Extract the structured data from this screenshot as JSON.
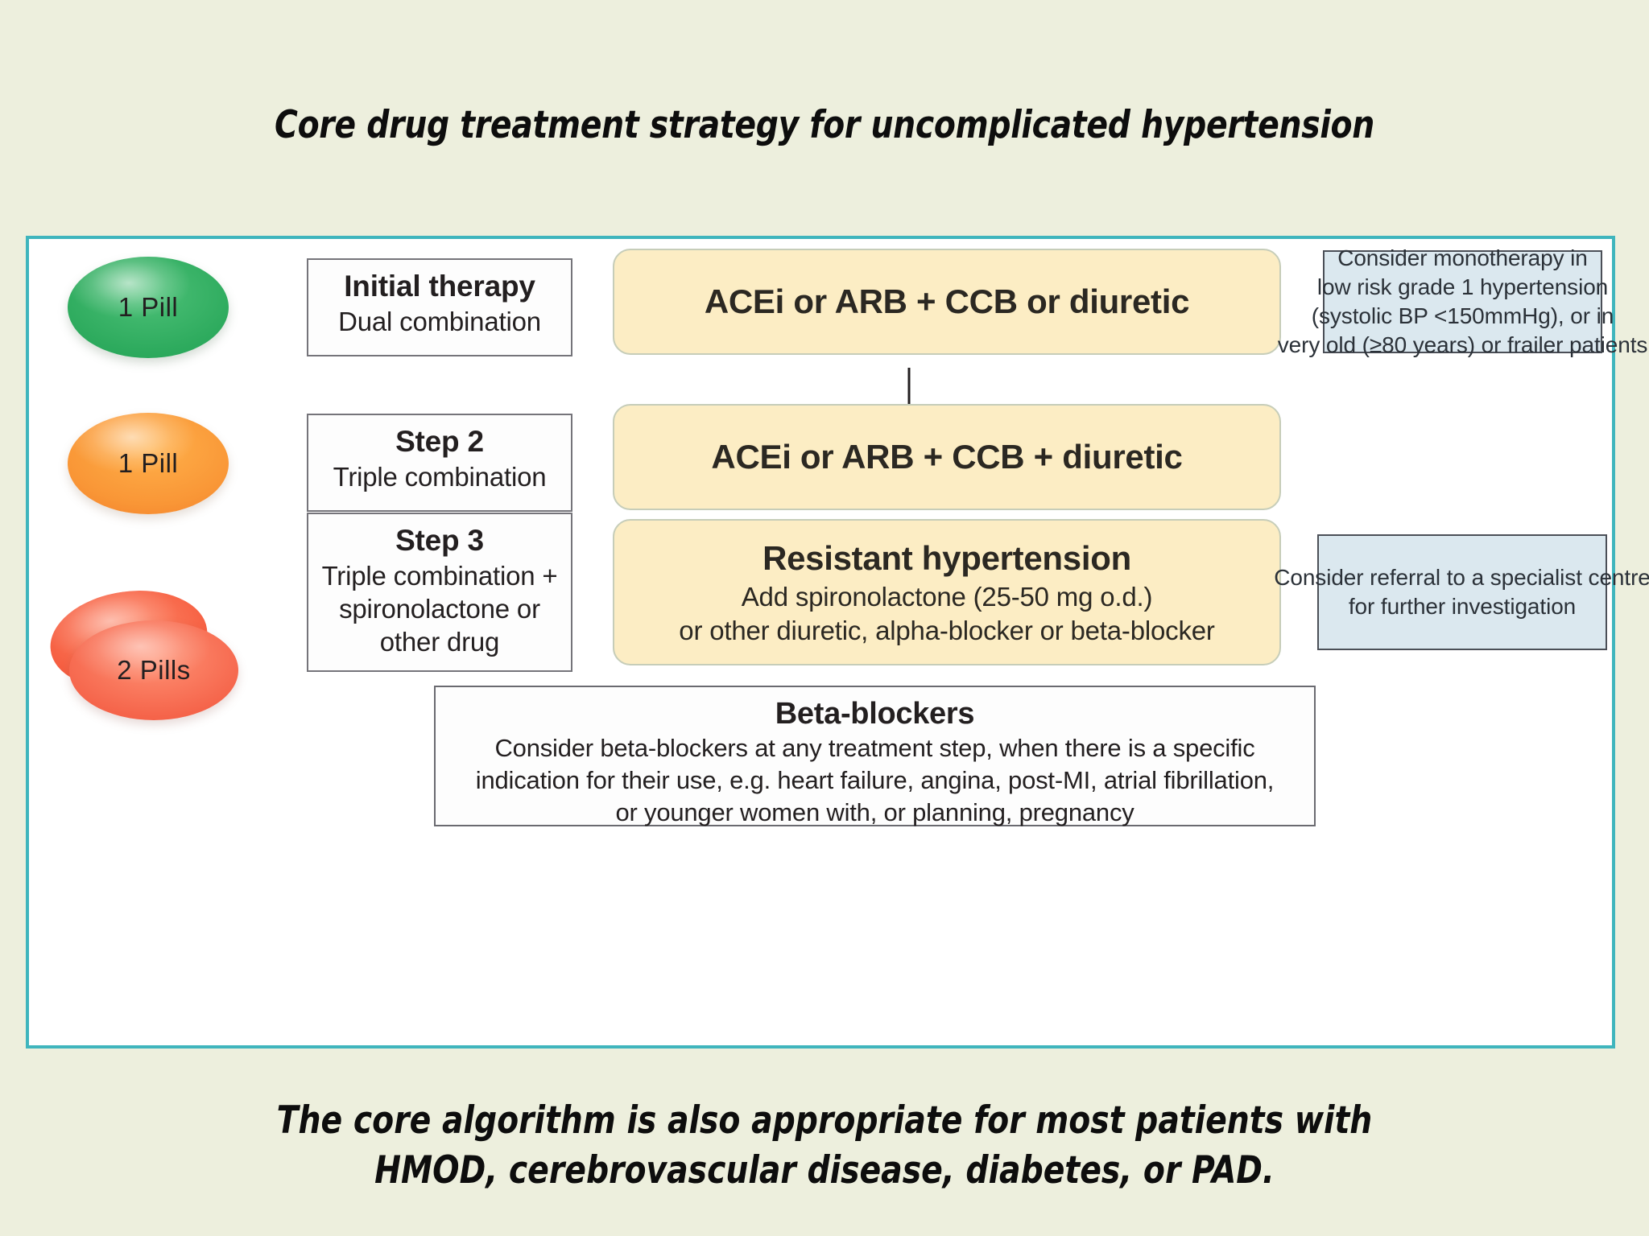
{
  "slide": {
    "title": "Core drug treatment strategy for uncomplicated hypertension",
    "caption_line1": "The core algorithm is also appropriate for most patients with",
    "caption_line2": "HMOD, cerebrovascular disease, diabetes, or PAD.",
    "background_color": "#edefdd",
    "frame_border_color": "#3fb5bd"
  },
  "steps": [
    {
      "pill_label": "1 Pill",
      "pill_color": "#2eab5e",
      "pill_count": 1,
      "step_title": "Initial therapy",
      "step_subtitle": "Dual combination",
      "therapy_text": "ACEi or ARB + CCB or diuretic",
      "therapy_color": "#fcedc4"
    },
    {
      "pill_label": "1 Pill",
      "pill_color": "#f99636",
      "pill_count": 1,
      "step_title": "Step 2",
      "step_subtitle": "Triple combination",
      "therapy_text": "ACEi or ARB + CCB + diuretic",
      "therapy_color": "#fcedc4"
    },
    {
      "pill_label": "2 Pills",
      "pill_color": "#ec3a22",
      "pill_count": 2,
      "step_title": "Step 3",
      "step_subtitle_line1": "Triple combination +",
      "step_subtitle_line2": "spironolactone or",
      "step_subtitle_line3": "other drug",
      "therapy_heading": "Resistant hypertension",
      "therapy_sub_line1": "Add spironolactone (25-50 mg o.d.)",
      "therapy_sub_line2": "or other diuretic, alpha-blocker or beta-blocker",
      "therapy_color": "#fcedc4"
    }
  ],
  "notes": {
    "monotherapy": {
      "line1": "Consider monotherapy in",
      "line2": "low risk grade 1 hypertension",
      "line3": "(systolic BP <150mmHg), or in",
      "line4": "very old (≥80 years) or frailer patients",
      "fill_color": "#dbe8ef"
    },
    "referral": {
      "line1": "Consider referral to a specialist centre",
      "line2": "for further investigation",
      "fill_color": "#dbe8ef"
    }
  },
  "beta_blockers": {
    "title": "Beta-blockers",
    "line1": "Consider beta-blockers at any treatment step, when there is a specific",
    "line2": "indication for their use, e.g. heart failure, angina, post-MI, atrial fibrillation,",
    "line3": "or younger women with, or planning, pregnancy"
  }
}
